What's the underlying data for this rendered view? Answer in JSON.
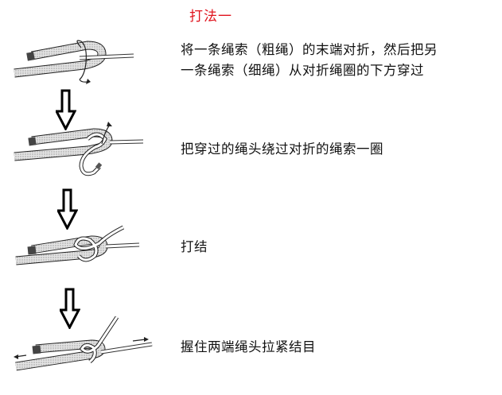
{
  "title": "打法一",
  "title_color": "#e0141e",
  "steps": [
    {
      "text_line1": "将一条绳索（粗绳）的末端对折，然后把另",
      "text_line2": "一条绳索（细绳）从对折绳圈的下方穿过",
      "illustration": "rope-fold-pass-under"
    },
    {
      "text": "把穿过的绳头绕过对折的绳索一圈",
      "illustration": "rope-wrap-around"
    },
    {
      "text": "打结",
      "illustration": "rope-tie-knot"
    },
    {
      "text": "握住两端绳头拉紧结目",
      "illustration": "rope-pull-tight"
    }
  ],
  "icons": {
    "step_arrow": "down-arrow-icon"
  }
}
